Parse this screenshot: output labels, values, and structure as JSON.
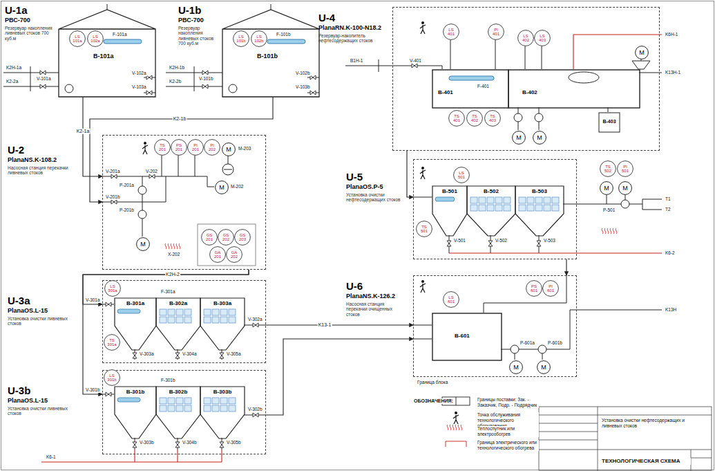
{
  "diagram": {
    "nodes": [
      {
        "text": [
          "U-1a",
          "РВС-700",
          "Резервуар накопления ливневых стоков 700 куб.м",
          "B-101a"
        ]
      },
      {
        "text": [
          "LS 101a"
        ],
        "in": 0
      },
      {
        "text": [
          "LS 102a"
        ],
        "in": 0
      },
      {
        "text": [
          "U-1b",
          "РВС-700",
          "Резервуар накопления ливневых стоков 700 куб.м",
          "B-101b"
        ]
      },
      {
        "text": [
          "LS 101b"
        ],
        "in": 3
      },
      {
        "text": [
          "LS 102b"
        ],
        "in": 3
      },
      {
        "text": [
          "U-2",
          "PlanaNS.K-108.2",
          "Насосная станция перекачки ливневых стоков"
        ]
      },
      {
        "text": [
          "TS 201"
        ],
        "in": 6
      },
      {
        "text": [
          "PS 201"
        ],
        "in": 6
      },
      {
        "text": [
          "PI 201"
        ],
        "in": 6
      },
      {
        "text": [
          "PI 202"
        ],
        "in": 6
      },
      {
        "text": [
          "M"
        ],
        "in": 6
      },
      {
        "text": [
          "M"
        ],
        "in": 6
      },
      {
        "text": [
          "M"
        ],
        "in": 6
      },
      {
        "text": [
          "GS 201"
        ],
        "in": 6
      },
      {
        "text": [
          "GS 202"
        ],
        "in": 6
      },
      {
        "text": [
          "GS 203"
        ],
        "in": 6
      },
      {
        "text": [
          "GA 201"
        ],
        "in": 6
      },
      {
        "text": [
          "GA 202"
        ],
        "in": 6
      },
      {
        "text": [
          "U-3a",
          "PlanaOS.L-15",
          "Установка очистки ливневых стоков"
        ]
      },
      {
        "text": [
          "B-301a"
        ],
        "in": 19
      },
      {
        "text": [
          "B-302a"
        ],
        "in": 19
      },
      {
        "text": [
          "B-303a"
        ],
        "in": 19
      },
      {
        "text": [
          "LS 301a"
        ],
        "in": 19
      },
      {
        "text": [
          "TS 301a"
        ],
        "in": 19
      },
      {
        "text": [
          "U-3b",
          "PlanaOS.L-15",
          "Установка очистки ливневых стоков"
        ]
      },
      {
        "text": [
          "B-301b"
        ],
        "in": 25
      },
      {
        "text": [
          "B-302b"
        ],
        "in": 25
      },
      {
        "text": [
          "B-303b"
        ],
        "in": 25
      },
      {
        "text": [
          "LS 301b"
        ],
        "in": 25
      },
      {
        "text": [
          "U-4",
          "PlanaRN.K-100-N18.2",
          "Резервуар-накопитель нефтесодержащих стоков"
        ]
      },
      {
        "text": [
          "B-401"
        ],
        "in": 30
      },
      {
        "text": [
          "B-402"
        ],
        "in": 30
      },
      {
        "text": [
          "B-403"
        ],
        "in": 30
      },
      {
        "text": [
          "LS 401"
        ],
        "in": 30
      },
      {
        "text": [
          "PI 401"
        ],
        "in": 30
      },
      {
        "text": [
          "LS 402"
        ],
        "in": 30
      },
      {
        "text": [
          "LS 403"
        ],
        "in": 30
      },
      {
        "text": [
          "M"
        ],
        "in": 30
      },
      {
        "text": [
          "TS 401"
        ],
        "in": 30
      },
      {
        "text": [
          "TS 402"
        ],
        "in": 30
      },
      {
        "text": [
          "TS 403"
        ],
        "in": 30
      },
      {
        "text": [
          "M"
        ],
        "in": 30
      },
      {
        "text": [
          "M"
        ],
        "in": 30
      },
      {
        "text": [
          "U-5",
          "PlanaOS.P-5",
          "Установка очистки нефтесодержащих стоков"
        ]
      },
      {
        "text": [
          "B-501"
        ],
        "in": 44
      },
      {
        "text": [
          "B-502"
        ],
        "in": 44
      },
      {
        "text": [
          "B-503"
        ],
        "in": 44
      },
      {
        "text": [
          "LS 501"
        ],
        "in": 44
      },
      {
        "text": [
          "TS 501"
        ],
        "in": 44
      },
      {
        "text": [
          "TS 502"
        ]
      },
      {
        "text": [
          "PI 501"
        ]
      },
      {
        "text": [
          "M"
        ]
      },
      {
        "text": [
          "M"
        ]
      },
      {
        "text": [
          "U-6",
          "PlanaNS.K-126.2",
          "Насосная станция перекачки очищенных стоков"
        ]
      },
      {
        "text": [
          "B-601"
        ],
        "in": 54
      },
      {
        "text": [
          "LS 601"
        ],
        "in": 54
      },
      {
        "text": [
          "PS 601"
        ],
        "in": 54
      },
      {
        "text": [
          "PI 601"
        ],
        "in": 54
      },
      {
        "text": [
          "M"
        ],
        "in": 54
      },
      {
        "text": [
          "M"
        ],
        "in": 54
      }
    ],
    "edges": [
      {
        "from": 0,
        "to": 6,
        "arrow": "to",
        "label": "K2-1a"
      },
      {
        "from": 3,
        "to": 6,
        "arrow": "to",
        "label": "K2-1b"
      },
      {
        "from": 6,
        "to": 19,
        "arrow": "to",
        "label": "K2H-2"
      },
      {
        "from": 6,
        "to": 25,
        "arrow": "to"
      },
      {
        "from": 19,
        "to": 54,
        "arrow": "to",
        "label": "K13-1"
      },
      {
        "from": 25,
        "to": 54,
        "arrow": "to"
      },
      {
        "from": 30,
        "to": 44,
        "arrow": "to"
      },
      {
        "from": 44,
        "to": 54,
        "arrow": "to"
      }
    ],
    "labels": [
      "K2H-1a",
      "K2-2a",
      "V-101a",
      "F-101a",
      "V-102a",
      "V-103a",
      "K2H-1b",
      "K2-2b",
      "V-101b",
      "F-101b",
      "V-102b",
      "V-103b",
      "V-201a",
      "V-201b",
      "P-201a",
      "P-201b",
      "V-202",
      "M-202",
      "M-203",
      "X-202",
      "V-301a",
      "F-301a",
      "V-302a",
      "V-303a",
      "V-304a",
      "V-305a",
      "V-301b",
      "F-301b",
      "V-302b",
      "V-303b",
      "V-304b",
      "V-305b",
      "K6-1",
      "B1H-1",
      "V-401",
      "F-401",
      "K6H-1",
      "K13H-1",
      "V-501",
      "V-502",
      "V-503",
      "K6-2",
      "T1",
      "T2",
      "P-501",
      "P-601a",
      "P-601b",
      "K13H",
      "Граница блока",
      "ОБОЗНАЧЕНИЯ:",
      "Установка очистки нефтесодержащих и ливневых стоков",
      "ТЕХНОЛОГИЧЕСКАЯ СХЕМА"
    ],
    "legend": [
      {
        "text": "Границы поставки: Зак. - Заказчик, Подр. - Подрядчик"
      },
      {
        "text": "Точка обслуживания технологического оборудования"
      },
      {
        "text": "Теплоспутник или электрообогрев"
      },
      {
        "text": "Граница электрического или технологического обогрева"
      }
    ]
  }
}
